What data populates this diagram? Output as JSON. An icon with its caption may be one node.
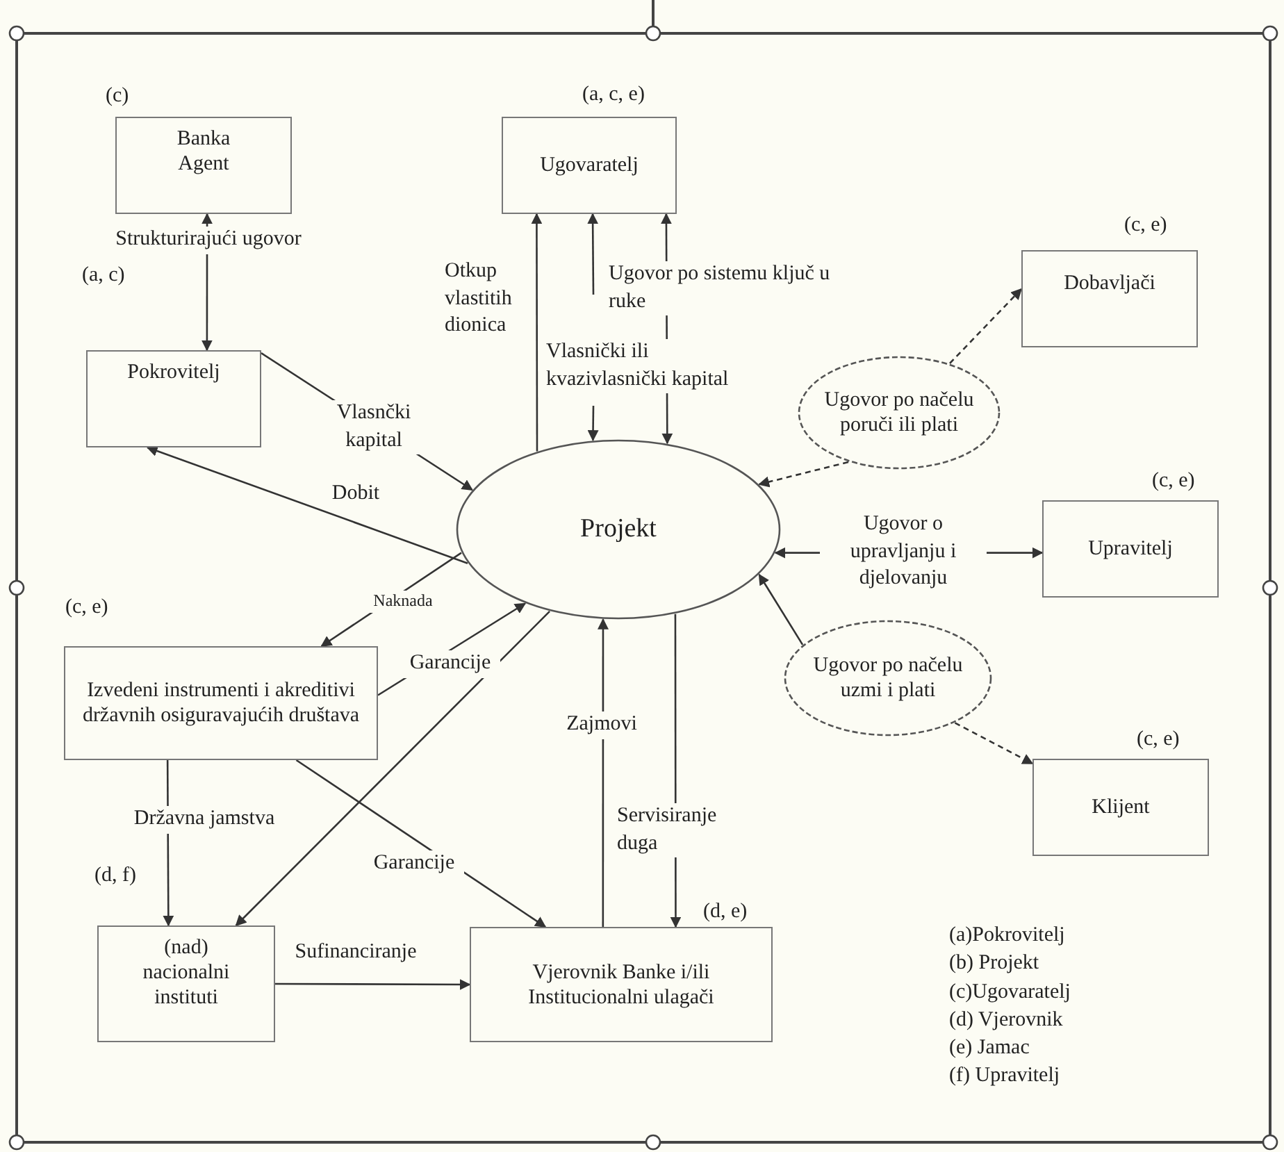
{
  "diagram": {
    "nodes": [
      {
        "text": [
          "Banka Agent"
        ],
        "beside": [
          "(c)"
        ]
      },
      {
        "text": [
          "Ugovaratelj"
        ],
        "beside": [
          "(a, c, e)"
        ]
      },
      {
        "text": [
          "Dobavljači"
        ],
        "beside": [
          "(c, e)"
        ]
      },
      {
        "text": [
          "Pokrovitelj"
        ],
        "beside": [
          "(a, c)"
        ]
      },
      {
        "text": [
          "Ugovor po načelu poruči ili plati"
        ]
      },
      {
        "text": [
          "Projekt"
        ]
      },
      {
        "text": [
          "Upravitelj"
        ],
        "beside": [
          "(c, e)"
        ]
      },
      {
        "text": [
          "Ugovor po načelu uzmi i plati"
        ]
      },
      {
        "text": [
          "Izvedeni instrumenti i akreditivi državnih osiguravajućih društava"
        ],
        "beside": [
          "(c, e)"
        ]
      },
      {
        "text": [
          "Klijent"
        ],
        "beside": [
          "(c, e)"
        ]
      },
      {
        "text": [
          "(nad) nacionalni instituti"
        ],
        "beside": [
          "(d, f)"
        ]
      },
      {
        "text": [
          "Vjerovnik Banke i/ili Institucionalni ulagači"
        ],
        "beside": [
          "(d, e)"
        ]
      }
    ],
    "edges": [
      {
        "from": 0,
        "to": 3,
        "arrow": "both",
        "label": "Strukturirajući ugovor"
      },
      {
        "from": 3,
        "to": 5,
        "arrow": "to",
        "label": "Vlasnčki kapital"
      },
      {
        "from": 5,
        "to": 3,
        "arrow": "to",
        "label": "Dobit"
      },
      {
        "from": 5,
        "to": 1,
        "arrow": "to",
        "label": "Otkup vlastitih dionica"
      },
      {
        "from": null,
        "to": 1,
        "arrow": "to"
      },
      {
        "from": null,
        "to": 5,
        "arrow": "to",
        "label": "Vlasnički ili kvazivlasnički kapital"
      },
      {
        "from": 1,
        "to": 5,
        "arrow": "both",
        "label": "Ugovor po sistemu ključ u ruke"
      },
      {
        "from": 4,
        "to": 2,
        "arrow": "to",
        "style": "dashed"
      },
      {
        "from": 4,
        "to": 5,
        "arrow": "to",
        "style": "dashed"
      },
      {
        "from": 5,
        "to": 6,
        "arrow": "both",
        "label": "Ugovor o upravljanju i djelovanju"
      },
      {
        "from": 7,
        "to": 5,
        "arrow": "to"
      },
      {
        "from": 7,
        "to": 9,
        "arrow": "to",
        "style": "dashed"
      },
      {
        "from": 5,
        "to": 8,
        "arrow": "to",
        "label": "Naknada"
      },
      {
        "from": 8,
        "to": 5,
        "arrow": "to",
        "label": "Garancije"
      },
      {
        "from": 5,
        "to": 10,
        "arrow": "to"
      },
      {
        "from": 8,
        "to": 10,
        "arrow": "to",
        "label": "Državna jamstva"
      },
      {
        "from": 8,
        "to": 11,
        "arrow": "to",
        "label": "Garancije"
      },
      {
        "from": 11,
        "to": 5,
        "arrow": "to",
        "label": "Zajmovi"
      },
      {
        "from": 5,
        "to": 11,
        "arrow": "to",
        "label": "Servisiranje duga"
      },
      {
        "from": 10,
        "to": 11,
        "arrow": "to",
        "label": "Sufinanciranje"
      }
    ],
    "labels": [
      "(a)Pokrovitelj",
      "(b) Projekt",
      "(c)Ugovaratelj",
      "(d) Vjerovnik",
      "(e) Jamac",
      "(f) Upravitelj"
    ]
  }
}
